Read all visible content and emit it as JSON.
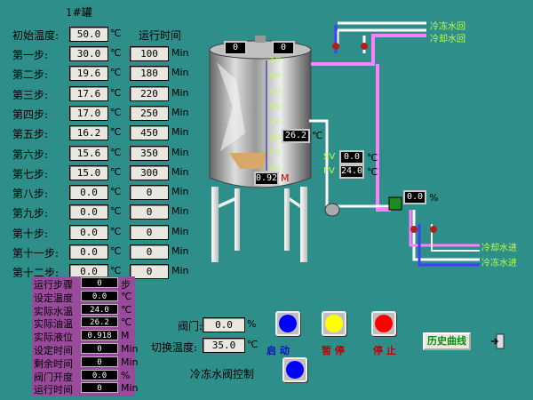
{
  "title": "1#罐",
  "header": {
    "initial_temp_label": "初始温度:",
    "initial_temp_value": "50.0",
    "initial_temp_unit": "℃",
    "run_time_label": "运行时间"
  },
  "steps": [
    {
      "label": "第一步:",
      "temp": "30.0",
      "time": "100"
    },
    {
      "label": "第二步:",
      "temp": "19.6",
      "time": "180"
    },
    {
      "label": "第三步:",
      "temp": "17.6",
      "time": "220"
    },
    {
      "label": "第四步:",
      "temp": "17.0",
      "time": "250"
    },
    {
      "label": "第五步:",
      "temp": "16.2",
      "time": "450"
    },
    {
      "label": "第六步:",
      "temp": "15.6",
      "time": "350"
    },
    {
      "label": "第七步:",
      "temp": "15.0",
      "time": "300"
    },
    {
      "label": "第八步:",
      "temp": "0.0",
      "time": "0"
    },
    {
      "label": "第九步:",
      "temp": "0.0",
      "time": "0"
    },
    {
      "label": "第十步:",
      "temp": "0.0",
      "time": "0"
    },
    {
      "label": "第十一步:",
      "temp": "0.0",
      "time": "0"
    },
    {
      "label": "第十二步:",
      "temp": "0.0",
      "time": "0"
    }
  ],
  "units": {
    "celsius": "℃",
    "minute": "Min",
    "percent": "%",
    "meter": "M",
    "step": "步",
    "percent_sym": "%"
  },
  "status_panel": [
    {
      "label": "运行步骤",
      "value": "0",
      "unit": "步"
    },
    {
      "label": "设定温度",
      "value": "0.0",
      "unit": "℃"
    },
    {
      "label": "实际水温",
      "value": "24.0",
      "unit": "℃"
    },
    {
      "label": "实际油温",
      "value": "26.2",
      "unit": "℃"
    },
    {
      "label": "实际液位",
      "value": "0.918",
      "unit": "M"
    },
    {
      "label": "设定时间",
      "value": "0",
      "unit": "Min"
    },
    {
      "label": "剩余时间",
      "value": "0",
      "unit": "Min"
    },
    {
      "label": "阀门开度",
      "value": "0.0",
      "unit": "%"
    },
    {
      "label": "运行时间",
      "value": "0",
      "unit": "Min"
    }
  ],
  "tank": {
    "top_left": "0",
    "top_right": "0",
    "scale": [
      "7.0",
      "6.0",
      "5.0",
      "4.0",
      "3.0",
      "2.0",
      "1.0",
      "0.0"
    ],
    "level_value": "0.92",
    "level_unit": "M",
    "oil_temp": "26.2",
    "oil_temp_unit": "℃",
    "level_fraction": 0.13
  },
  "controller": {
    "sv_label": "SV",
    "sv_value": "0.0",
    "pv_label": "PV",
    "pv_value": "24.0",
    "unit": "℃"
  },
  "valve_readout": {
    "value": "0.0",
    "unit": "%"
  },
  "pipes": {
    "freeze_return": "冷冻水回",
    "cool_return": "冷却水回",
    "cool_in": "冷却水进",
    "freeze_in": "冷冻水进"
  },
  "controls": {
    "valve_label": "阀门:",
    "valve_value": "0.0",
    "valve_unit": "%",
    "switch_temp_label": "切换温度:",
    "switch_temp_value": "35.0",
    "switch_temp_unit": "℃",
    "start_label": "启 动",
    "pause_label": "暂 停",
    "stop_label": "停 止",
    "freeze_valve_label": "冷冻水阀控制",
    "history_label": "历史曲线"
  },
  "colors": {
    "background": "#2e8e8a",
    "start": "#0000ff",
    "pause": "#ffff00",
    "stop": "#ff0000",
    "freeze": "#0000ff",
    "pipe_pink": "#ff80ff",
    "pipe_white": "#ffffff",
    "pipe_blue": "#4040ff",
    "panel": "#9a4a9a"
  }
}
